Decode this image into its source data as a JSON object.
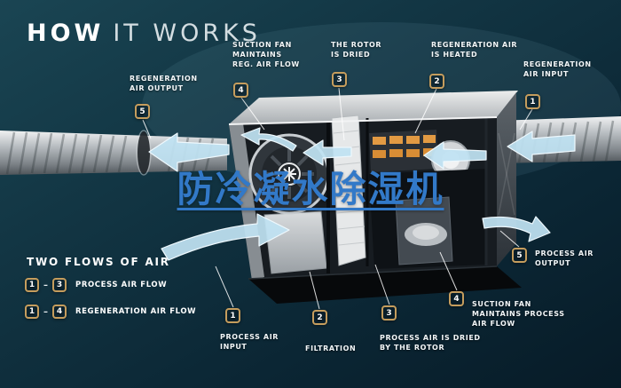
{
  "title": {
    "primary": "HOW",
    "secondary": "IT WORKS"
  },
  "product_overlay": "防冷凝水除湿机",
  "callouts": {
    "regen_output": {
      "number": "5",
      "label": "REGENERATION\nAIR OUTPUT"
    },
    "suction_fan_regen": {
      "number": "4",
      "label": "SUCTION FAN\nMAINTAINS\nREG. AIR FLOW"
    },
    "rotor_dried": {
      "number": "3",
      "label": "THE ROTOR\nIS DRIED"
    },
    "regen_heated": {
      "number": "2",
      "label": "REGENERATION AIR\nIS HEATED"
    },
    "regen_input": {
      "number": "1",
      "label": "REGENERATION\nAIR INPUT"
    },
    "process_output": {
      "number": "5",
      "label": "PROCESS AIR\nOUTPUT"
    },
    "process_input": {
      "number": "1",
      "label": "PROCESS AIR\nINPUT"
    },
    "filtration": {
      "number": "2",
      "label": "FILTRATION"
    },
    "process_dried": {
      "number": "3",
      "label": "PROCESS AIR IS DRIED\nBY THE ROTOR"
    },
    "suction_fan_process": {
      "number": "4",
      "label": "SUCTION FAN\nMAINTAINS PROCESS\nAIR FLOW"
    }
  },
  "legend": {
    "title": "TWO FLOWS OF AIR",
    "rows": [
      {
        "from": "1",
        "separator": "–",
        "to": "3",
        "label": "PROCESS AIR FLOW"
      },
      {
        "from": "1",
        "separator": "–",
        "to": "4",
        "label": "REGENERATION AIR FLOW"
      }
    ]
  },
  "colors": {
    "badge_border": "#c59d5d",
    "flow_arrow": "#bfe2f2",
    "overlay_blue": "#3279c8",
    "background_top": "#1a4553",
    "background_bottom": "#071b27"
  }
}
